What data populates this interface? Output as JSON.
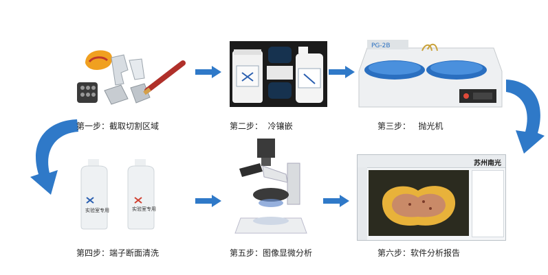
{
  "steps": [
    {
      "caption": "第一步：截取切割区域"
    },
    {
      "caption": "第二步：  冷镶嵌"
    },
    {
      "caption": "第三步：   抛光机"
    },
    {
      "caption": "第四步：端子断面清洗"
    },
    {
      "caption": "第五步：图像显微分析"
    },
    {
      "caption": "第六步：软件分析报告"
    }
  ],
  "bottle_labels": [
    "实验室专用",
    "实验室专用"
  ],
  "machine_model": "PG-2B",
  "software_header": "苏州南光",
  "colors": {
    "arrow": "#2f79c8",
    "arrow_dark": "#1d5aa0",
    "bowl": "#2a6fc0"
  }
}
